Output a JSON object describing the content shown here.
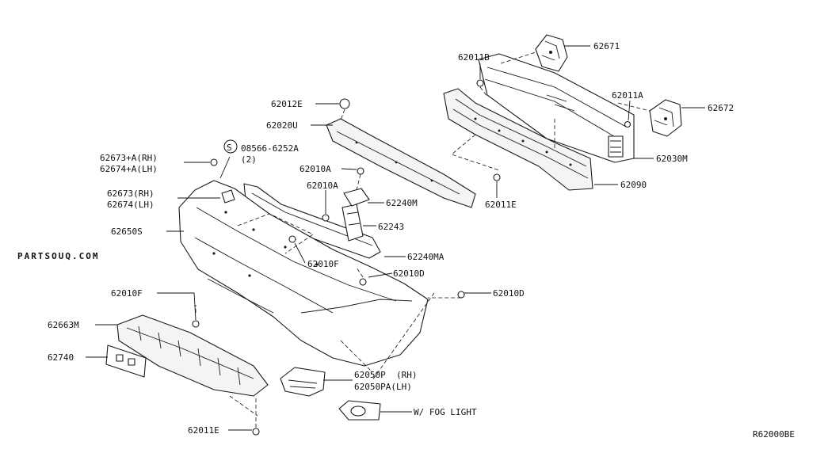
{
  "watermark": "PARTSOUQ.COM",
  "diagram_ref": "R62000BE",
  "labels": {
    "p62671": "62671",
    "p62011B": "62011B",
    "p62011A": "62011A",
    "p62672": "62672",
    "p62012E": "62012E",
    "p62020U": "62020U",
    "p62030M": "62030M",
    "p62090": "62090",
    "p62011E_top": "62011E",
    "p08566_symbol": "S",
    "p08566": "08566-6252A",
    "p08566_qty": "(2)",
    "p62673A": "62673+A(RH)",
    "p62674A": "62674+A(LH)",
    "p62010A_1": "62010A",
    "p62010A_2": "62010A",
    "p62673": "62673(RH)",
    "p62674": "62674(LH)",
    "p62240M": "62240M",
    "p62243": "62243",
    "p62650S": "62650S",
    "p62240MA": "62240MA",
    "p62010F_mid": "62010F",
    "p62010D_1": "62010D",
    "p62010D_2": "62010D",
    "p62010F": "62010F",
    "p62663M": "62663M",
    "p62740": "62740",
    "p62050P": "62050P  (RH)",
    "p62050PA": "62050PA(LH)",
    "fog_light": "W/ FOG LIGHT",
    "p62011E_bottom": "62011E"
  }
}
